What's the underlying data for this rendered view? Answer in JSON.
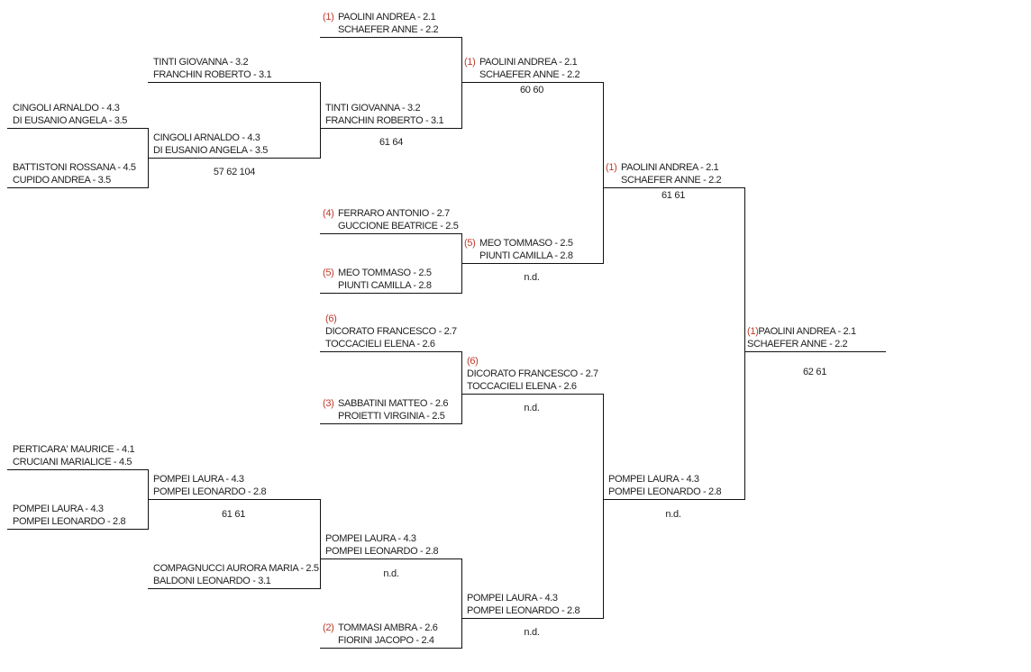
{
  "seed_color": "#c0392b",
  "slots": [
    {
      "seed": "",
      "p1": "CINGOLI ARNALDO - 4.3",
      "p2": "DI EUSANIO ANGELA - 3.5"
    },
    {
      "seed": "",
      "p1": "BATTISTONI ROSSANA - 4.5",
      "p2": "CUPIDO ANDREA - 3.5"
    },
    {
      "seed": "",
      "p1": "PERTICARA' MAURICE - 4.1",
      "p2": "CRUCIANI MARIALICE - 4.5"
    },
    {
      "seed": "",
      "p1": "POMPEI LAURA - 4.3",
      "p2": "POMPEI LEONARDO - 2.8"
    },
    {
      "seed": "",
      "p1": "TINTI GIOVANNA - 3.2",
      "p2": "FRANCHIN ROBERTO - 3.1"
    },
    {
      "seed": "",
      "p1": "CINGOLI ARNALDO - 4.3",
      "p2": "DI EUSANIO ANGELA - 3.5"
    },
    {
      "seed": "",
      "p1": "POMPEI LAURA - 4.3",
      "p2": "POMPEI LEONARDO - 2.8"
    },
    {
      "seed": "",
      "p1": "COMPAGNUCCI AURORA MARIA - 2.5",
      "p2": "BALDONI LEONARDO - 3.1"
    },
    {
      "seed": "(1)",
      "p1": "PAOLINI ANDREA - 2.1",
      "p2": "SCHAEFER ANNE - 2.2"
    },
    {
      "seed": "",
      "p1": "TINTI GIOVANNA - 3.2",
      "p2": "FRANCHIN ROBERTO - 3.1"
    },
    {
      "seed": "(4)",
      "p1": "FERRARO ANTONIO - 2.7",
      "p2": "GUCCIONE BEATRICE - 2.5"
    },
    {
      "seed": "(5)",
      "p1": "MEO TOMMASO - 2.5",
      "p2": "PIUNTI CAMILLA - 2.8"
    },
    {
      "seed": "(6)",
      "p1": "DICORATO FRANCESCO - 2.7",
      "p2": "TOCCACIELI ELENA - 2.6"
    },
    {
      "seed": "(3)",
      "p1": "SABBATINI MATTEO - 2.6",
      "p2": "PROIETTI VIRGINIA - 2.5"
    },
    {
      "seed": "",
      "p1": "POMPEI LAURA - 4.3",
      "p2": "POMPEI LEONARDO - 2.8"
    },
    {
      "seed": "(2)",
      "p1": "TOMMASI AMBRA - 2.6",
      "p2": "FIORINI JACOPO - 2.4"
    },
    {
      "seed": "(1)",
      "p1": "PAOLINI ANDREA - 2.1",
      "p2": "SCHAEFER ANNE - 2.2"
    },
    {
      "seed": "(5)",
      "p1": "MEO TOMMASO - 2.5",
      "p2": "PIUNTI CAMILLA - 2.8"
    },
    {
      "seed": "(6)",
      "p1": "DICORATO FRANCESCO - 2.7",
      "p2": "TOCCACIELI ELENA - 2.6"
    },
    {
      "seed": "",
      "p1": "POMPEI LAURA - 4.3",
      "p2": "POMPEI LEONARDO - 2.8"
    },
    {
      "seed": "(1)",
      "p1": "PAOLINI ANDREA - 2.1",
      "p2": "SCHAEFER ANNE - 2.2"
    },
    {
      "seed": "",
      "p1": "POMPEI LAURA - 4.3",
      "p2": "POMPEI LEONARDO - 2.8"
    },
    {
      "seed": "(1)",
      "p1": "PAOLINI ANDREA - 2.1",
      "p2": "SCHAEFER ANNE - 2.2"
    }
  ],
  "scores": [
    "57 62 104",
    "61 61",
    "61 64",
    "n.d.",
    "60 60",
    "n.d.",
    "n.d.",
    "n.d.",
    "61 61",
    "n.d.",
    "62 61"
  ]
}
